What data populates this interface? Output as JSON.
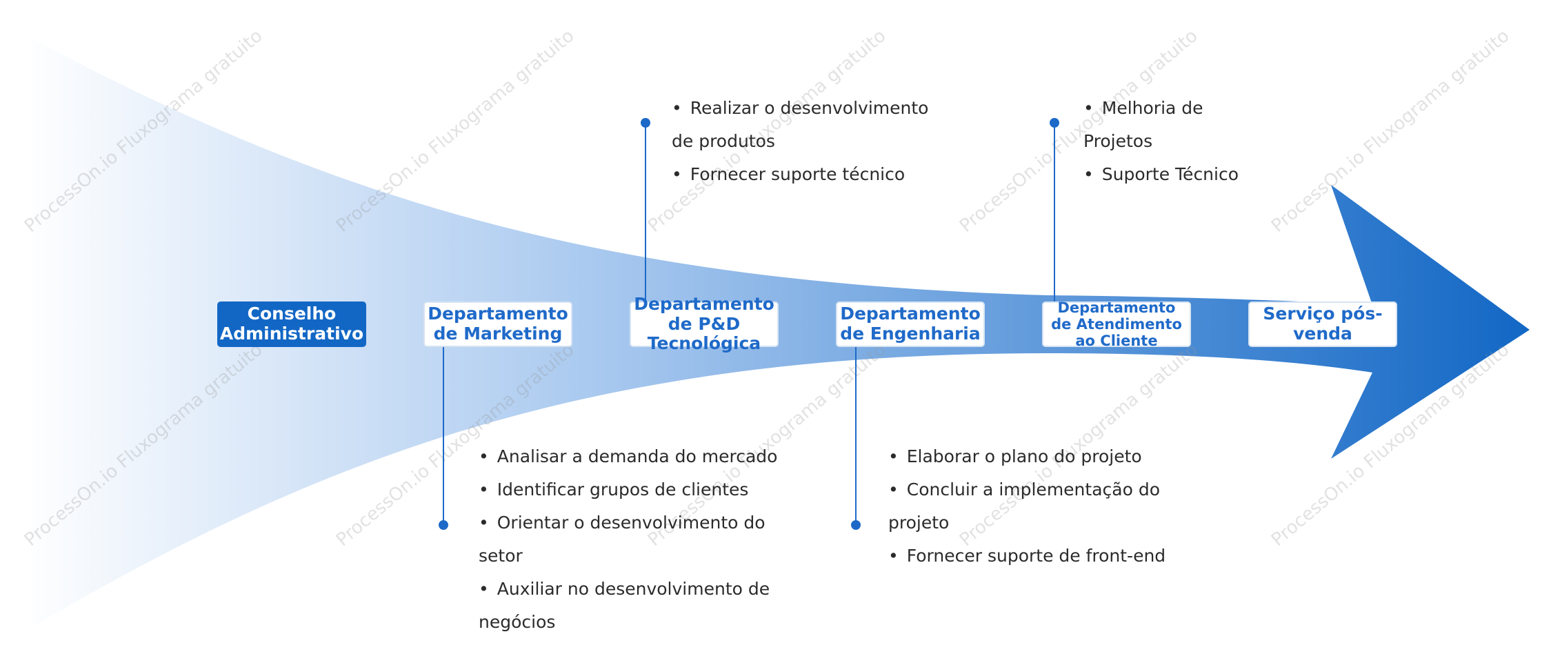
{
  "watermark": "ProcessOn.io Fluxograma gratuito",
  "colors": {
    "arrow_start": "#ffffff",
    "arrow_mid": "#a9c9ef",
    "arrow_end": "#1267c5",
    "node_dark": "#1267c5",
    "node_text": "#1f6ac9",
    "connector": "#1d69c8"
  },
  "nodes": [
    {
      "id": "conselho",
      "label": "Conselho Administrativo",
      "style": "dark"
    },
    {
      "id": "marketing",
      "label": "Departamento de Marketing",
      "style": "light"
    },
    {
      "id": "pd",
      "label": "Departamento de P&D Tecnológica",
      "style": "light"
    },
    {
      "id": "engenharia",
      "label": "Departamento de Engenharia",
      "style": "light"
    },
    {
      "id": "atendimento",
      "label": "Departamento de Atendimento ao Cliente",
      "style": "light"
    },
    {
      "id": "pos-venda",
      "label": "Serviço pós-venda",
      "style": "light"
    }
  ],
  "details": {
    "marketing": [
      "Analisar a demanda do mercado",
      "Identificar grupos de clientes",
      "Orientar o desenvolvimento do setor",
      "Auxiliar no desenvolvimento de negócios"
    ],
    "pd": [
      "Realizar o desenvolvimento de produtos",
      "Fornecer suporte técnico"
    ],
    "engenharia": [
      "Elaborar o plano do projeto",
      "Concluir a implementação do projeto",
      "Fornecer suporte de front-end"
    ],
    "atendimento": [
      "Melhoria de Projetos",
      "Suporte Técnico"
    ]
  }
}
